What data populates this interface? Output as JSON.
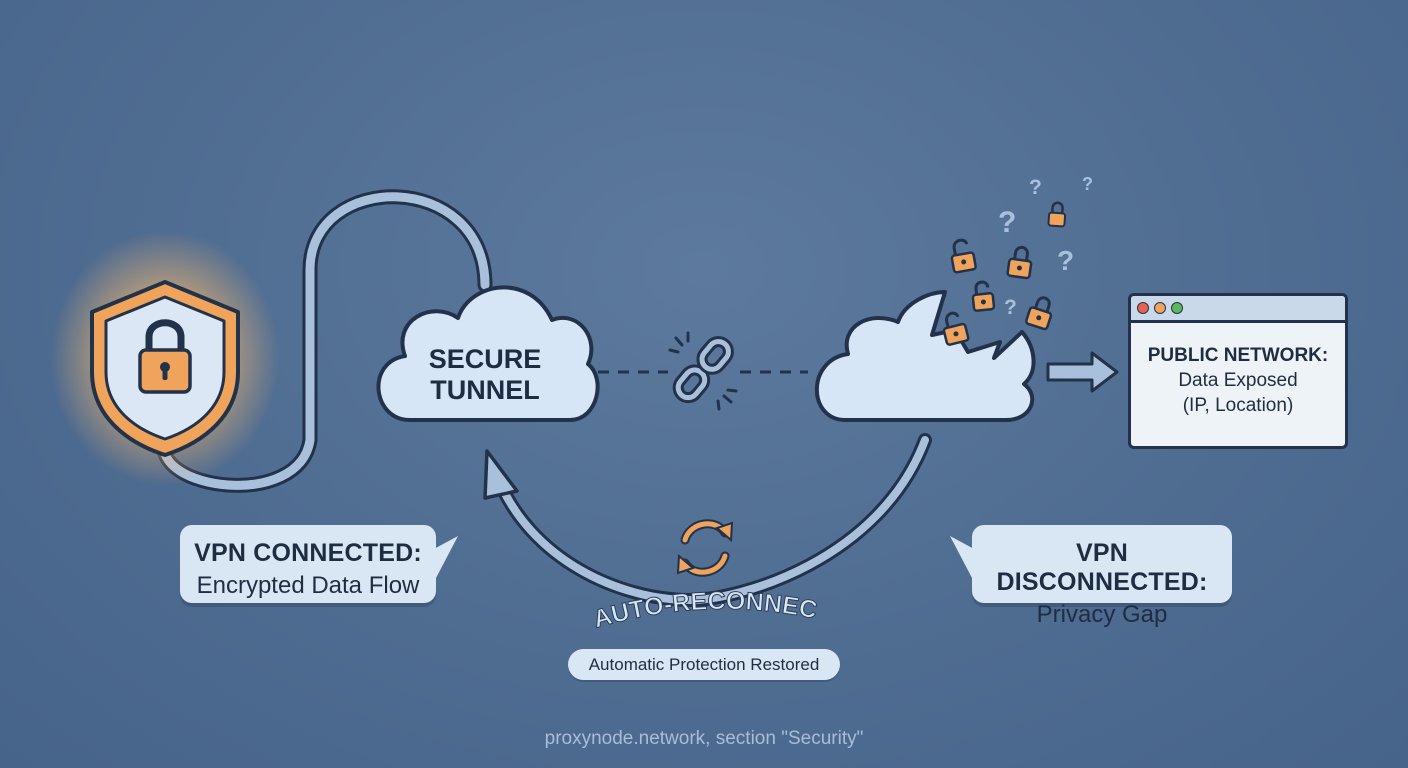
{
  "tunnel": {
    "line1": "SECURE",
    "line2": "TUNNEL"
  },
  "connected": {
    "title": "VPN CONNECTED:",
    "subtitle": "Encrypted Data Flow"
  },
  "disconnected": {
    "title": "VPN DISCONNECTED:",
    "subtitle": "Privacy Gap"
  },
  "public_network": {
    "title": "PUBLIC NETWORK:",
    "line1": "Data Exposed",
    "line2": "(IP, Location)"
  },
  "reconnect": {
    "title": "AUTO-RECONNECT",
    "subtitle": "Automatic Protection Restored"
  },
  "footer": "proxynode.network, section \"Security\"",
  "colors": {
    "background": "#4f6c91",
    "outline": "#22324a",
    "cloud_fill": "#d7e6f6",
    "accent_orange": "#f0a35a",
    "cable": "#a9c0dc"
  },
  "icons": [
    "shield-lock-icon",
    "broken-chain-icon",
    "refresh-icon",
    "open-padlock-icon",
    "question-mark-icon",
    "arrow-right-icon",
    "browser-window-icon"
  ]
}
